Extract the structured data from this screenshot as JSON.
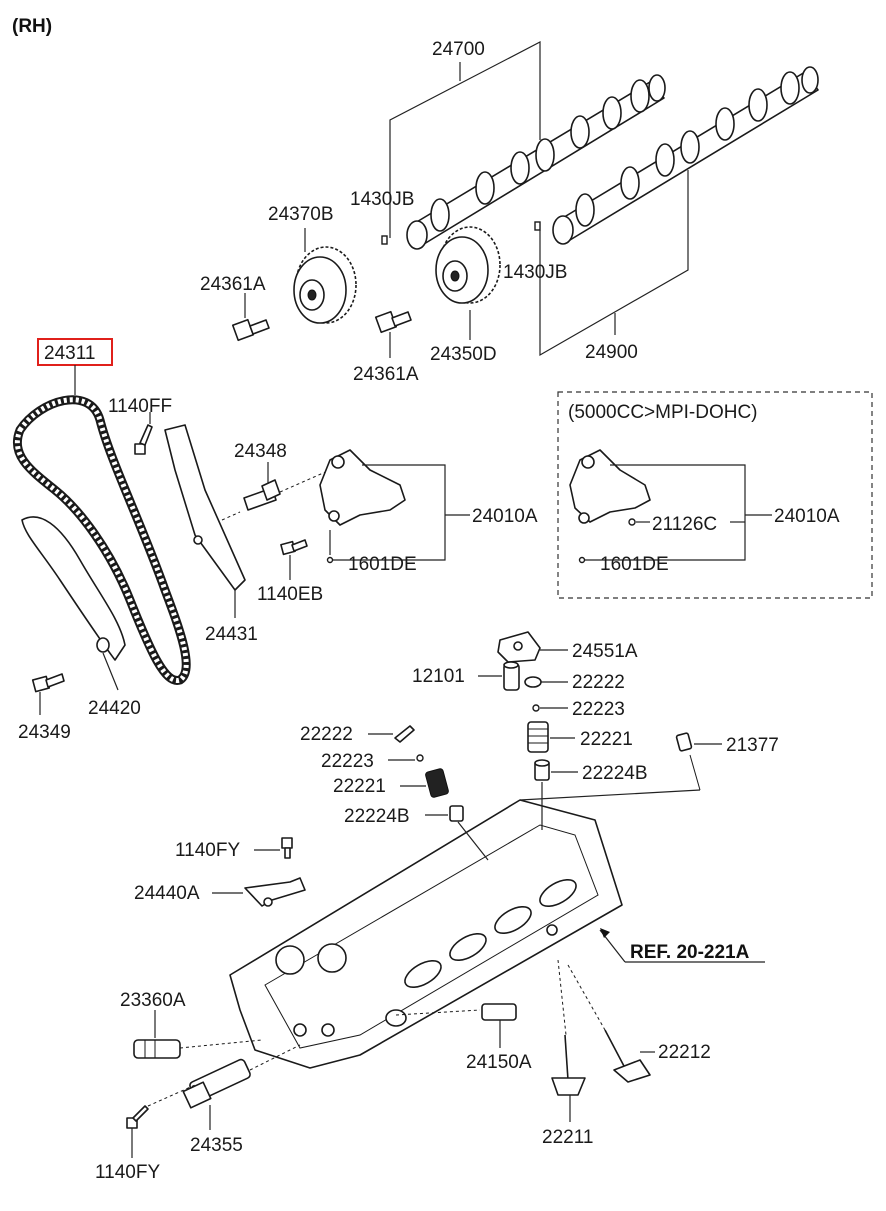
{
  "header": {
    "variant": "(RH)"
  },
  "inset": {
    "title": "(5000CC>MPI-DOHC)"
  },
  "reference": {
    "label": "REF. 20-221A"
  },
  "highlight_color": "#e0201b",
  "labels": {
    "p24700": "24700",
    "p1430jb_a": "1430JB",
    "p24370b": "24370B",
    "p24361a_a": "24361A",
    "p1430jb_b": "1430JB",
    "p24361a_b": "24361A",
    "p24350d": "24350D",
    "p24900": "24900",
    "p24311": "24311",
    "p1140ff": "1140FF",
    "p24348": "24348",
    "p24010a_a": "24010A",
    "p1601de_a": "1601DE",
    "p1140eb": "1140EB",
    "p24431": "24431",
    "p24010a_b": "24010A",
    "p21126c": "21126C",
    "p1601de_b": "1601DE",
    "p24349": "24349",
    "p24420": "24420",
    "p24551a": "24551A",
    "p12101": "12101",
    "p22222_a": "22222",
    "p22223_a": "22223",
    "p22221_a": "22221",
    "p22224b_a": "22224B",
    "p21377": "21377",
    "p22222_b": "22222",
    "p22223_b": "22223",
    "p22221_b": "22221",
    "p22224b_b": "22224B",
    "p1140fy_a": "1140FY",
    "p24440a": "24440A",
    "p23360a": "23360A",
    "p24150a": "24150A",
    "p22212": "22212",
    "p24355": "24355",
    "p22211": "22211",
    "p1140fy_b": "1140FY"
  }
}
